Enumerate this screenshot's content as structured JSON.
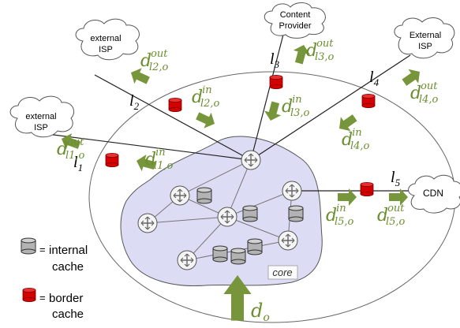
{
  "clouds": {
    "content_provider": [
      "Content",
      "Provider"
    ],
    "isp2": [
      "external",
      "ISP"
    ],
    "isp3": [
      "External",
      "ISP"
    ],
    "isp1": [
      "external",
      "ISP"
    ],
    "cdn": "CDN"
  },
  "links": {
    "l1": {
      "base": "l",
      "sub": "1"
    },
    "l2": {
      "base": "l",
      "sub": "2"
    },
    "l3": {
      "base": "l",
      "sub": "3"
    },
    "l4": {
      "base": "l",
      "sub": "4"
    },
    "l5": {
      "base": "l",
      "sub": "5"
    }
  },
  "flows": {
    "l1_out": {
      "base": "d",
      "sup": "out",
      "sub": "l1,o"
    },
    "l1_in": {
      "base": "d",
      "sup": "in",
      "sub": "l1,o"
    },
    "l2_out": {
      "base": "d",
      "sup": "out",
      "sub": "l2,o"
    },
    "l2_in": {
      "base": "d",
      "sup": "in",
      "sub": "l2,o"
    },
    "l3_out": {
      "base": "d",
      "sup": "out",
      "sub": "l3,o"
    },
    "l3_in": {
      "base": "d",
      "sup": "in",
      "sub": "l3,o"
    },
    "l4_out": {
      "base": "d",
      "sup": "out",
      "sub": "l4,o"
    },
    "l4_in": {
      "base": "d",
      "sup": "in",
      "sub": "l4,o"
    },
    "l5_in": {
      "base": "d",
      "sup": "in",
      "sub": "l5,o"
    },
    "l5_out": {
      "base": "d",
      "sup": "out",
      "sub": "l5,o"
    },
    "demand": {
      "base": "d",
      "sub": "o"
    }
  },
  "core_label": "core",
  "legend": {
    "internal_sep": "=",
    "internal_line1": "internal",
    "internal_line2": "cache",
    "border_sep": "=",
    "border_line1": "border",
    "border_line2": "cache"
  },
  "colors": {
    "arrow_green": "#77963b",
    "flow_text_green": "#6b8e2e",
    "border_cache_red": "#d40000",
    "internal_cache_gray": "#b3b3b3",
    "core_fill": "#dcdcf4",
    "router_fill": "#f4f4f4"
  }
}
